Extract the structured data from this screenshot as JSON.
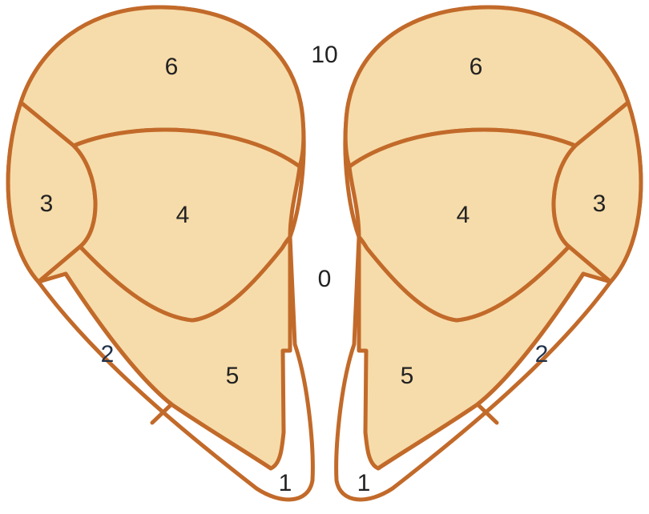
{
  "colors": {
    "region_fill": "#f6dcaa",
    "outline": "#c26a2a",
    "background": "#ffffff",
    "label_text": "#222222",
    "white_zone_label": "#22334a"
  },
  "center_labels": {
    "top": "10",
    "middle": "0"
  },
  "left_shape": {
    "zone_1": "1",
    "zone_2": "2",
    "zone_3": "3",
    "zone_4": "4",
    "zone_5": "5",
    "zone_6": "6"
  },
  "right_shape": {
    "zone_1": "1",
    "zone_2": "2",
    "zone_3": "3",
    "zone_4": "4",
    "zone_5": "5",
    "zone_6": "6"
  }
}
